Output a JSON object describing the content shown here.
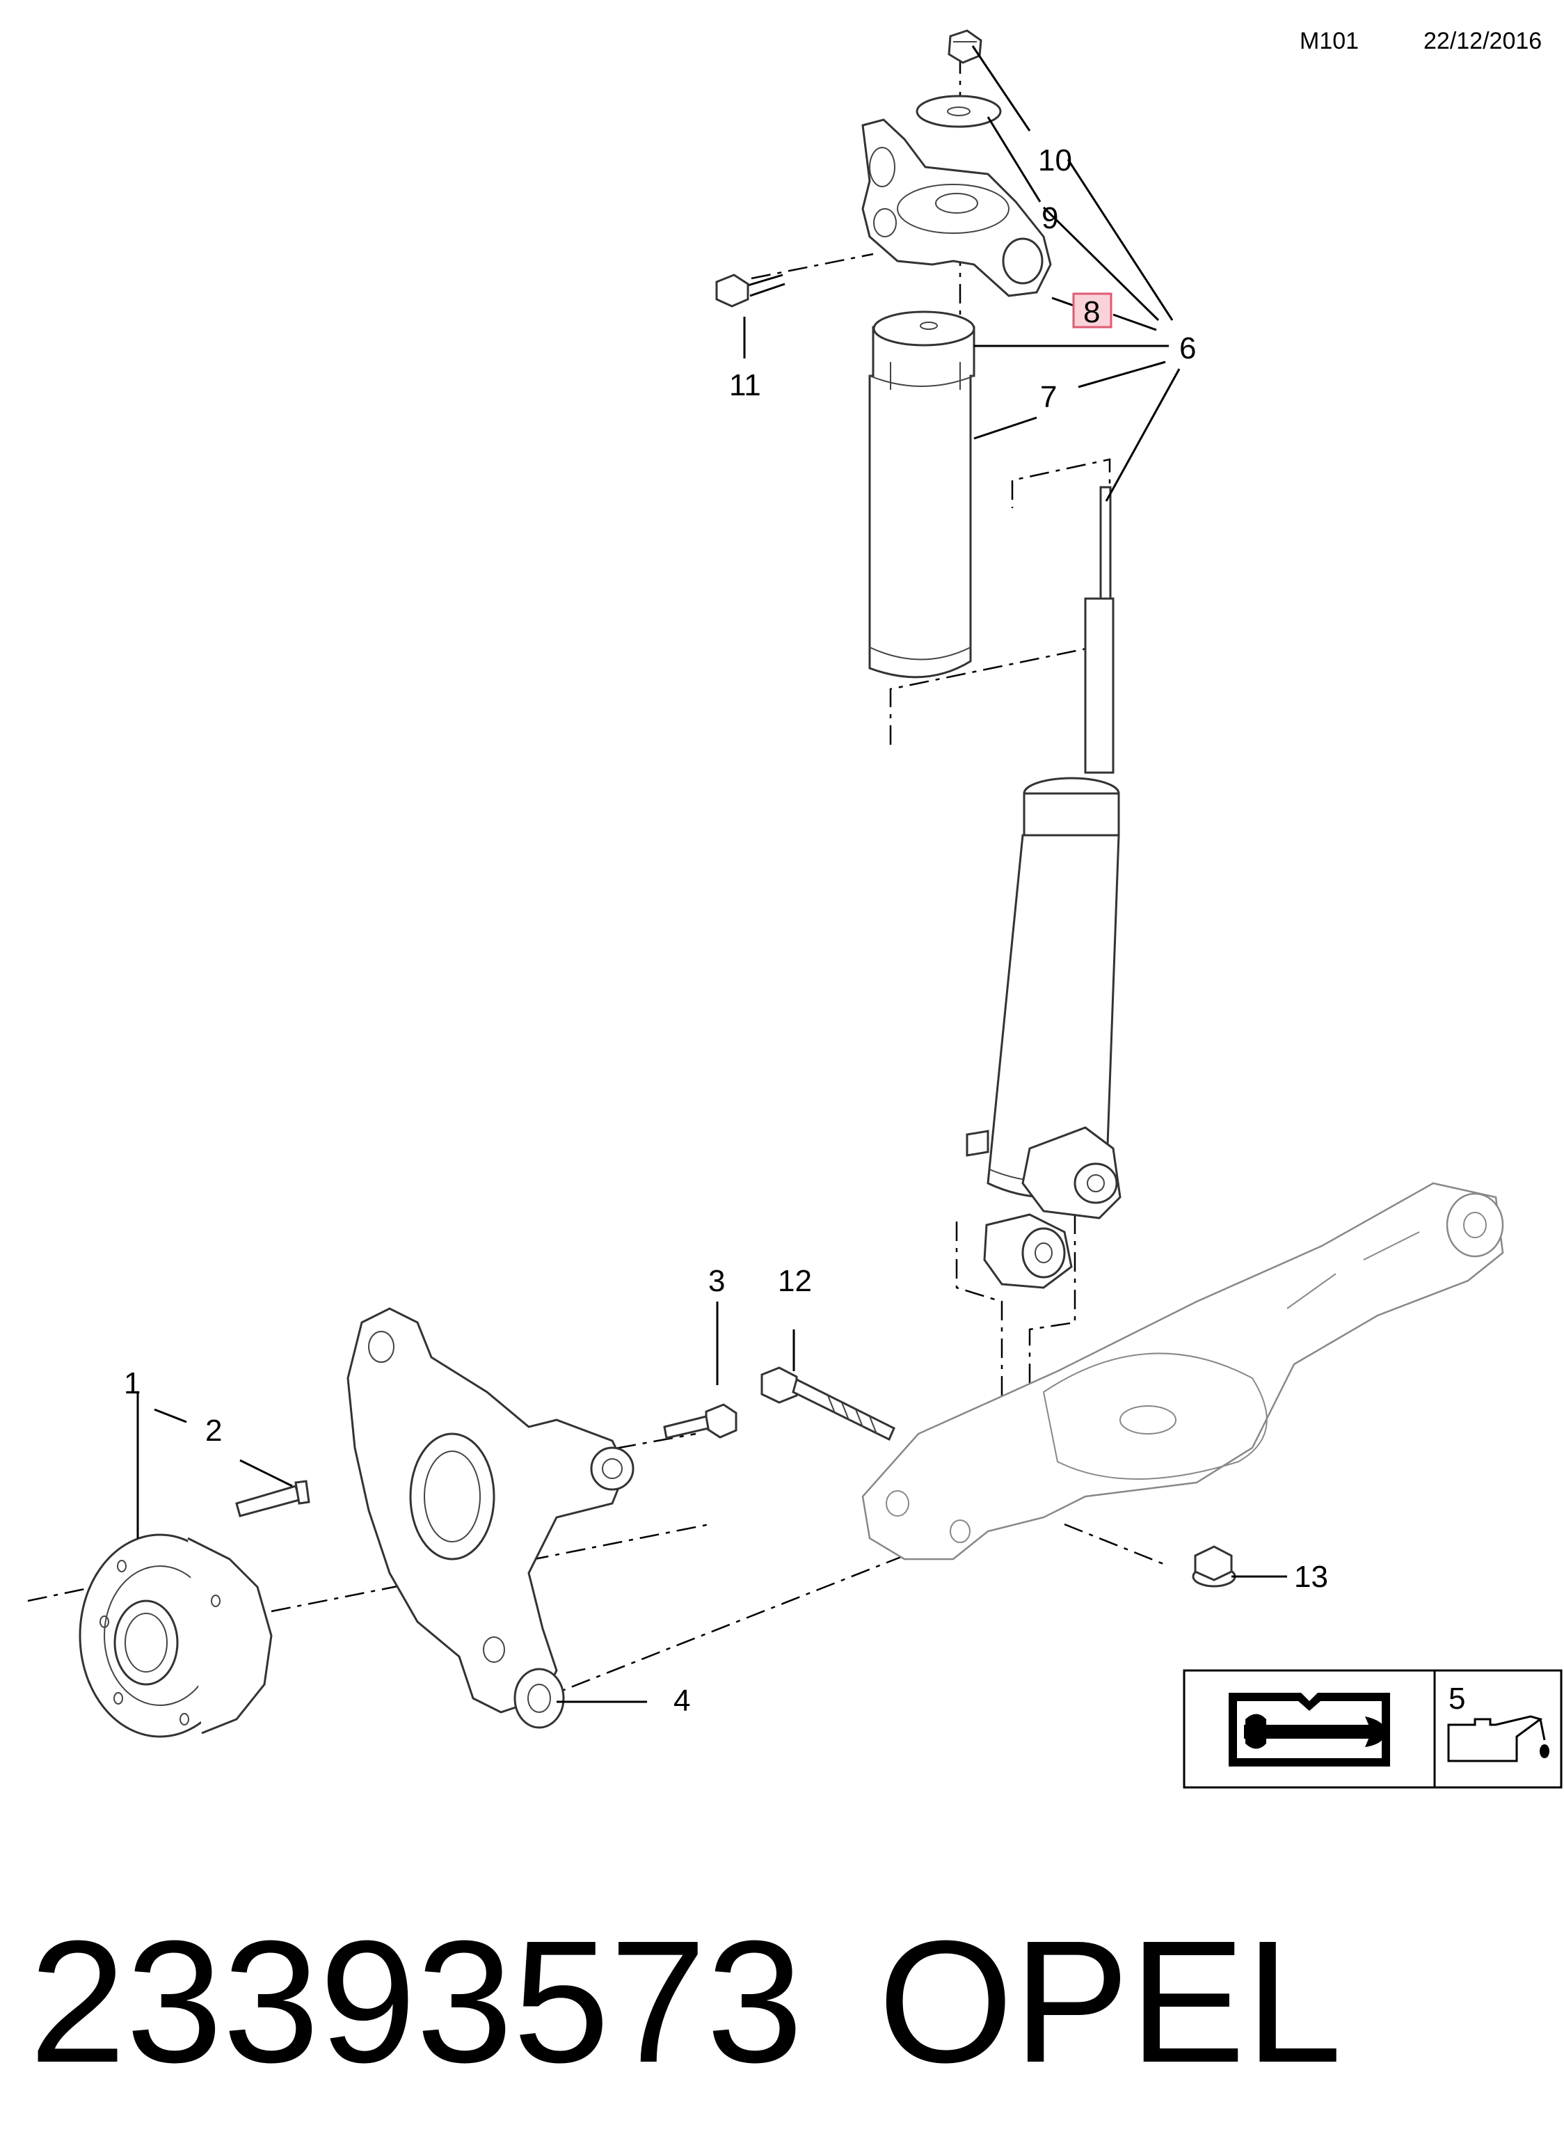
{
  "header": {
    "code": "M101",
    "date": "22/12/2016"
  },
  "callouts": [
    "1",
    "2",
    "3",
    "4",
    "5",
    "6",
    "7",
    "8",
    "9",
    "10",
    "11",
    "12",
    "13"
  ],
  "highlighted_callout": "8",
  "footer": {
    "part_number": "23393573",
    "brand": "OPEL"
  },
  "legend_icons": [
    "service-manual-icon",
    "oil-can-icon"
  ],
  "colors": {
    "highlight_fill": "#f9d3d9",
    "highlight_border": "#e05a72",
    "line": "#000000"
  }
}
